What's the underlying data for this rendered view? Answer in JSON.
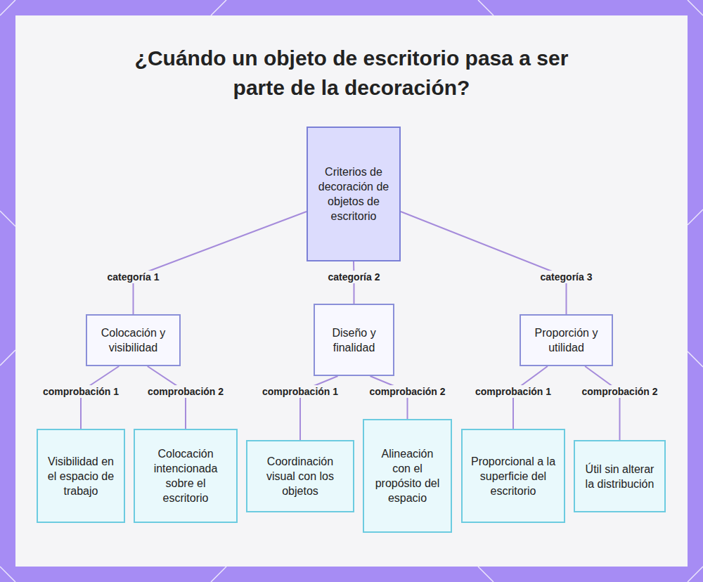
{
  "diagram": {
    "title": "¿Cuándo un objeto de escritorio pasa a ser parte de la decoración?",
    "nodes": [
      {
        "text": [
          "Criterios de decoración de objetos de escritorio"
        ]
      },
      {
        "text": [
          "Colocación y visibilidad"
        ]
      },
      {
        "text": [
          "Diseño y finalidad"
        ]
      },
      {
        "text": [
          "Proporción y utilidad"
        ]
      },
      {
        "text": [
          "Visibilidad en el espacio de trabajo"
        ]
      },
      {
        "text": [
          "Colocación intencionada sobre el escritorio"
        ]
      },
      {
        "text": [
          "Coordinación visual con los objetos"
        ]
      },
      {
        "text": [
          "Alineación con el propósito del espacio"
        ]
      },
      {
        "text": [
          "Proporcional a la superficie del escritorio"
        ]
      },
      {
        "text": [
          "Útil sin alterar la distribución"
        ]
      }
    ],
    "edges": [
      {
        "from": 0,
        "to": 1,
        "arrow": "none",
        "label": "categoría 1"
      },
      {
        "from": 0,
        "to": 2,
        "arrow": "none",
        "label": "categoría 2"
      },
      {
        "from": 0,
        "to": 3,
        "arrow": "none",
        "label": "categoría 3"
      },
      {
        "from": 1,
        "to": 4,
        "arrow": "none",
        "label": "comprobación 1"
      },
      {
        "from": 1,
        "to": 5,
        "arrow": "none",
        "label": "comprobación 2"
      },
      {
        "from": 2,
        "to": 6,
        "arrow": "none",
        "label": "comprobación 1"
      },
      {
        "from": 2,
        "to": 7,
        "arrow": "none",
        "label": "comprobación 2"
      },
      {
        "from": 3,
        "to": 8,
        "arrow": "none",
        "label": "comprobación 1"
      },
      {
        "from": 3,
        "to": 9,
        "arrow": "none",
        "label": "comprobación 2"
      }
    ]
  }
}
